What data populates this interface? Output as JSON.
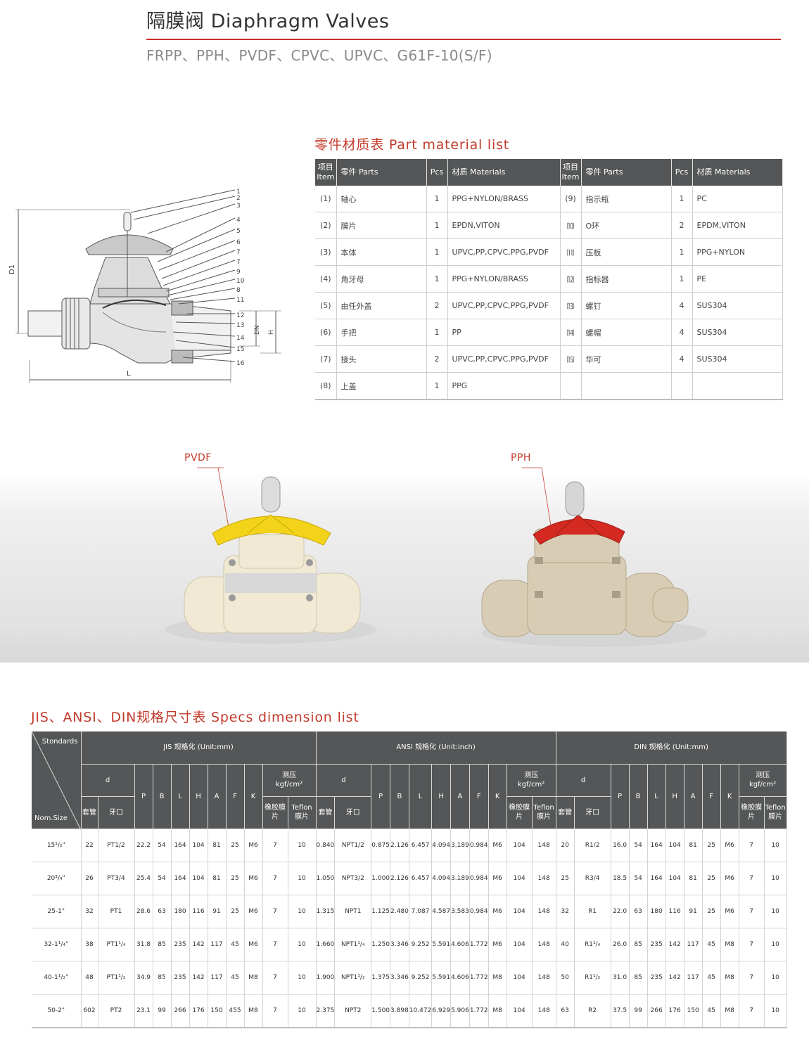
{
  "header": {
    "title": "隔膜阀 Diaphragm Valves",
    "subtitle": "FRPP、PPH、PVDF、CPVC、UPVC、G61F-10(S/F)"
  },
  "parts": {
    "title": "零件材质表 Part material list",
    "headers": {
      "item": "项目",
      "item_en": "Item",
      "parts": "零件 Parts",
      "pcs": "Pcs",
      "materials": "材质 Materials"
    },
    "left": [
      {
        "item": "(1)",
        "part": "轴心",
        "pcs": "1",
        "material": "PPG+NYLON/BRASS"
      },
      {
        "item": "(2)",
        "part": "膜片",
        "pcs": "1",
        "material": "EPDN,VITON"
      },
      {
        "item": "(3)",
        "part": "本体",
        "pcs": "1",
        "material": "UPVC,PP,CPVC,PPG,PVDF"
      },
      {
        "item": "(4)",
        "part": "角牙母",
        "pcs": "1",
        "material": "PPG+NYLON/BRASS"
      },
      {
        "item": "(5)",
        "part": "由任外盖",
        "pcs": "2",
        "material": "UPVC,PP,CPVC,PPG,PVDF"
      },
      {
        "item": "(6)",
        "part": "手把",
        "pcs": "1",
        "material": "PP"
      },
      {
        "item": "(7)",
        "part": "接头",
        "pcs": "2",
        "material": "UPVC,PP,CPVC,PPG,PVDF"
      },
      {
        "item": "(8)",
        "part": "上盖",
        "pcs": "1",
        "material": "PPG"
      }
    ],
    "right": [
      {
        "item": "(9)",
        "part": "指示瓶",
        "pcs": "1",
        "material": "PC"
      },
      {
        "item": "⑽",
        "part": "O环",
        "pcs": "2",
        "material": "EPDM,VITON"
      },
      {
        "item": "⑾",
        "part": "压板",
        "pcs": "1",
        "material": "PPG+NYLON"
      },
      {
        "item": "⑿",
        "part": "指标器",
        "pcs": "1",
        "material": "PE"
      },
      {
        "item": "⒀",
        "part": "螺钉",
        "pcs": "4",
        "material": "SUS304"
      },
      {
        "item": "⒁",
        "part": "螺帽",
        "pcs": "4",
        "material": "SUS304"
      },
      {
        "item": "⒂",
        "part": "华可",
        "pcs": "4",
        "material": "SUS304"
      },
      {
        "item": "",
        "part": "",
        "pcs": "",
        "material": ""
      }
    ]
  },
  "diagram": {
    "callouts": [
      "1",
      "2",
      "3",
      "4",
      "5",
      "6",
      "7",
      "7",
      "9",
      "10",
      "8",
      "11",
      "12",
      "13",
      "14",
      "15",
      "16"
    ],
    "dims": {
      "d1": "D1",
      "dn": "DN",
      "h": "H",
      "l": "L"
    }
  },
  "photos": {
    "left_label": "PVDF",
    "right_label": "PPH",
    "colors": {
      "pvdf_handle": "#f2d31a",
      "pph_handle": "#d42a22",
      "pvdf_body": "#f1e9d3",
      "pph_body": "#d8cdb4"
    }
  },
  "specs": {
    "title": "JIS、ANSI、DIN规格尺寸表 Specs dimension list",
    "corner_top": "Stondards",
    "corner_bottom": "Nom.Size",
    "groups": [
      "JIS 规格化 (Unit:mm)",
      "ANSI 规格化 (Unit:inch)",
      "DIN 规格化 (Unit:mm)"
    ],
    "d_label": "d",
    "cols": [
      "P",
      "B",
      "L",
      "H",
      "A",
      "F",
      "K"
    ],
    "pressure": "测压",
    "pressure_unit": "kgf/cm²",
    "sleeve": "套管",
    "thread": "牙口",
    "rubber": "橡胶膜片",
    "teflon": "Teflon膜片",
    "rows": [
      {
        "size": "15¹/₂\"",
        "jis": [
          "22",
          "PT1/2",
          "22.2",
          "54",
          "164",
          "104",
          "81",
          "25",
          "M6",
          "7",
          "10"
        ],
        "ansi": [
          "0.840",
          "NPT1/2",
          "0.875",
          "2.126",
          "6.457",
          "4.094",
          "3.189",
          "0.984",
          "M6",
          "104",
          "148"
        ],
        "din": [
          "20",
          "R1/2",
          "16.0",
          "54",
          "164",
          "104",
          "81",
          "25",
          "M6",
          "7",
          "10"
        ]
      },
      {
        "size": "20³/₄\"",
        "jis": [
          "26",
          "PT3/4",
          "25.4",
          "54",
          "164",
          "104",
          "81",
          "25",
          "M6",
          "7",
          "10"
        ],
        "ansi": [
          "1.050",
          "NPT3/2",
          "1.000",
          "2.126",
          "6.457",
          "4.094",
          "3.189",
          "0.984",
          "M6",
          "104",
          "148"
        ],
        "din": [
          "25",
          "R3/4",
          "18.5",
          "54",
          "164",
          "104",
          "81",
          "25",
          "M6",
          "7",
          "10"
        ]
      },
      {
        "size": "25-1\"",
        "jis": [
          "32",
          "PT1",
          "28.6",
          "63",
          "180",
          "116",
          "91",
          "25",
          "M6",
          "7",
          "10"
        ],
        "ansi": [
          "1.315",
          "NPT1",
          "1.125",
          "2.480",
          "7.087",
          "4.587",
          "3.583",
          "0.984",
          "M6",
          "104",
          "148"
        ],
        "din": [
          "32",
          "R1",
          "22.0",
          "63",
          "180",
          "116",
          "91",
          "25",
          "M6",
          "7",
          "10"
        ]
      },
      {
        "size": "32-1¹/₄\"",
        "jis": [
          "38",
          "PT1¹/₄",
          "31.8",
          "85",
          "235",
          "142",
          "117",
          "45",
          "M6",
          "7",
          "10"
        ],
        "ansi": [
          "1.660",
          "NPT1¹/₄",
          "1.250",
          "3.346",
          "9.252",
          "5.591",
          "4.606",
          "1.772",
          "M6",
          "104",
          "148"
        ],
        "din": [
          "40",
          "R1¹/₄",
          "26.0",
          "85",
          "235",
          "142",
          "117",
          "45",
          "M8",
          "7",
          "10"
        ]
      },
      {
        "size": "40-1¹/₂\"",
        "jis": [
          "48",
          "PT1¹/₂",
          "34.9",
          "85",
          "235",
          "142",
          "117",
          "45",
          "M8",
          "7",
          "10"
        ],
        "ansi": [
          "1.900",
          "NPT1¹/₂",
          "1.375",
          "3.346",
          "9.252",
          "5.591",
          "4.606",
          "1.772",
          "M8",
          "104",
          "148"
        ],
        "din": [
          "50",
          "R1¹/₂",
          "31.0",
          "85",
          "235",
          "142",
          "117",
          "45",
          "M8",
          "7",
          "10"
        ]
      },
      {
        "size": "50-2\"",
        "jis": [
          "602",
          "PT2",
          "23.1",
          "99",
          "266",
          "176",
          "150",
          "455",
          "M8",
          "7",
          "10"
        ],
        "ansi": [
          "2.375",
          "NPT2",
          "1.500",
          "3.898",
          "10.472",
          "6.929",
          "5.906",
          "1.772",
          "M8",
          "104",
          "148"
        ],
        "din": [
          "63",
          "R2",
          "37.5",
          "99",
          "266",
          "176",
          "150",
          "45",
          "M8",
          "7",
          "10"
        ]
      }
    ]
  }
}
